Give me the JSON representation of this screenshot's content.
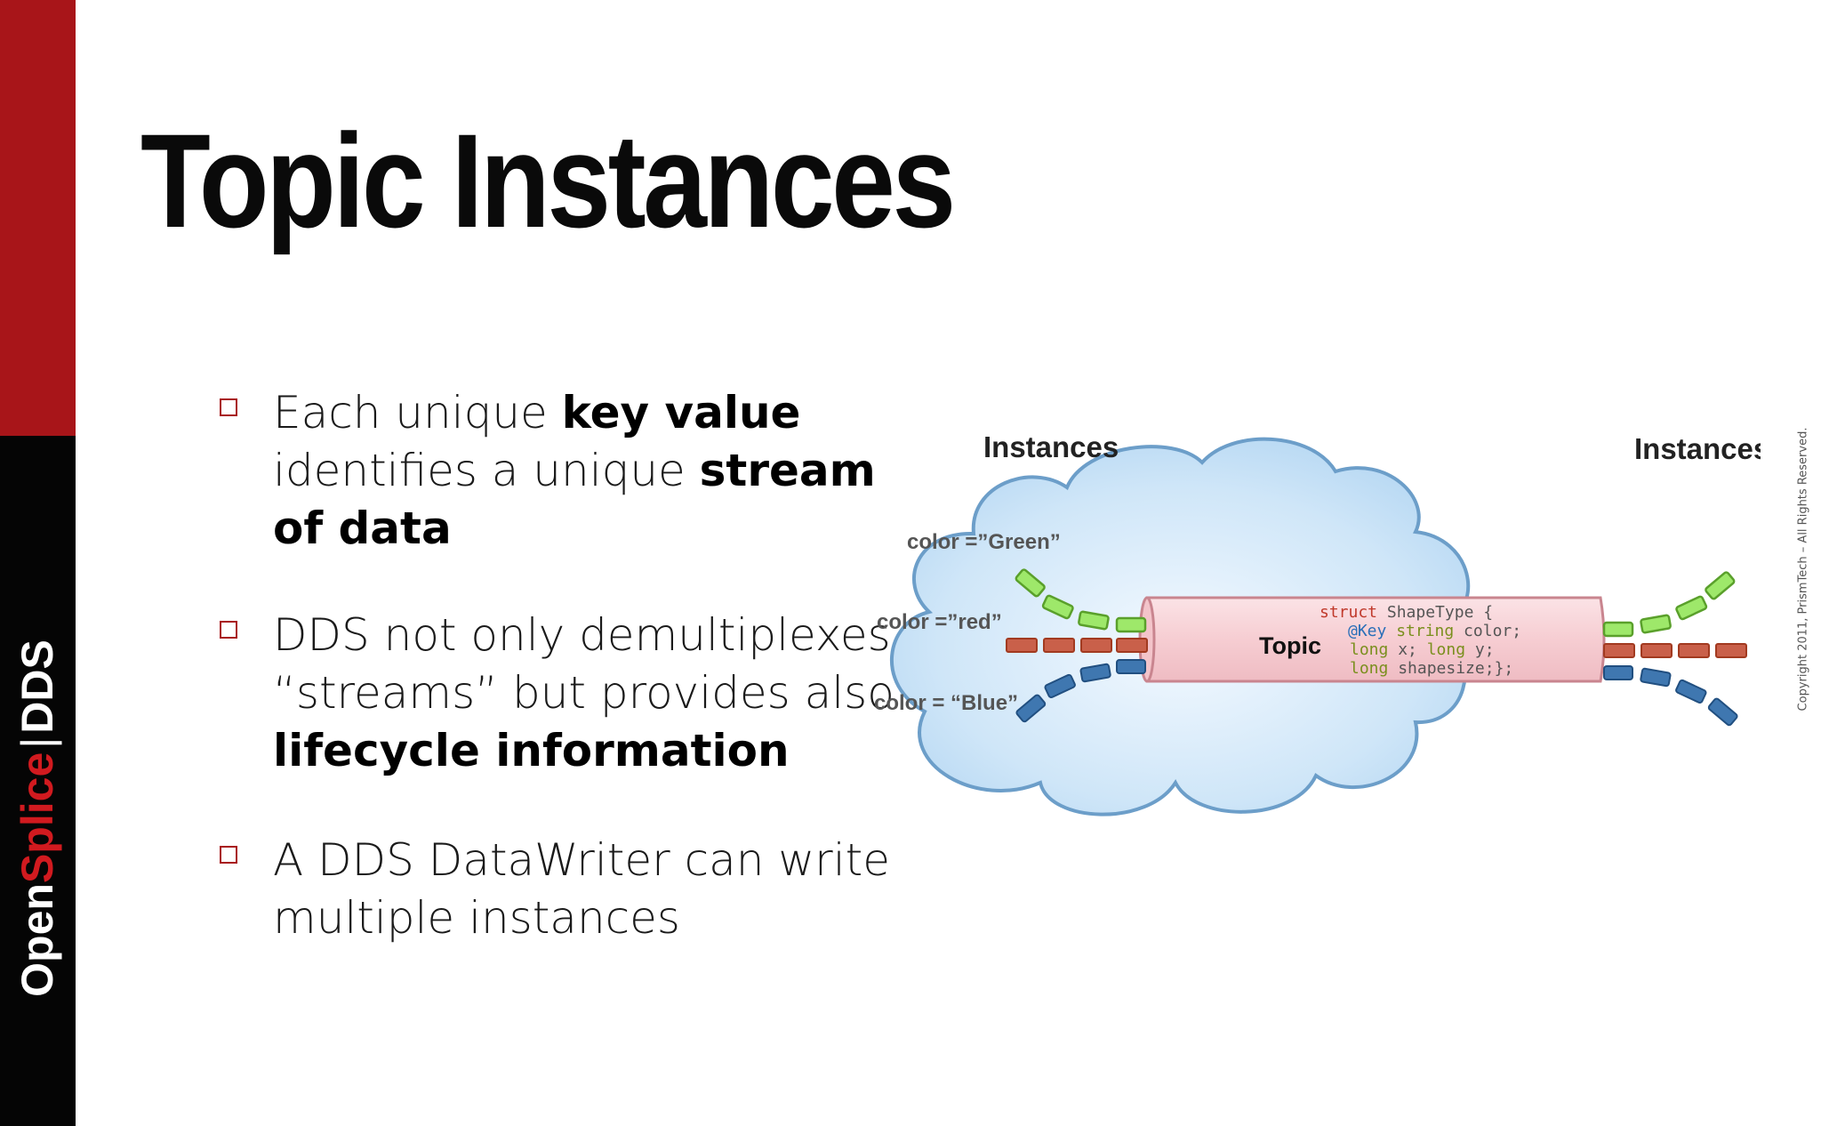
{
  "brand": {
    "part1": "Open",
    "part2": "Splice",
    "separator": "|",
    "part3": "DDS"
  },
  "title": "Topic Instances",
  "bullets": [
    {
      "p1": "Each unique ",
      "b1": "key value",
      "p2": " identifies a unique ",
      "b2": "stream of data"
    },
    {
      "p1": "DDS not only demultiplexes “streams” but provides also ",
      "b1": "lifecycle information"
    },
    {
      "p1": "A DDS DataWriter can write multiple instances"
    }
  ],
  "diagram": {
    "instances_left": "Instances",
    "instances_right": "Instances",
    "label_green": "color =”Green”",
    "label_red": "color =”red”",
    "label_blue": "color = “Blue”",
    "topic_label": "Topic",
    "code": {
      "l1_kw": "struct",
      "l1_rest": " ShapeType {",
      "l2_key": "@Key",
      "l2_type": " string",
      "l2_rest": "   color;",
      "l3_t1": "long",
      "l3_m1": "   x; ",
      "l3_t2": "long",
      "l3_m2": "   y;",
      "l4_t": "long",
      "l4_m": "   shapesize;};"
    },
    "colors": {
      "green": "#9ee86a",
      "red": "#c9604a",
      "blue": "#3f77b0",
      "cloud": "#cfe6f8",
      "pipe": "#f6cdd2"
    }
  },
  "copyright": "Copyright 2011, PrismTech –  All Rights Reserved."
}
